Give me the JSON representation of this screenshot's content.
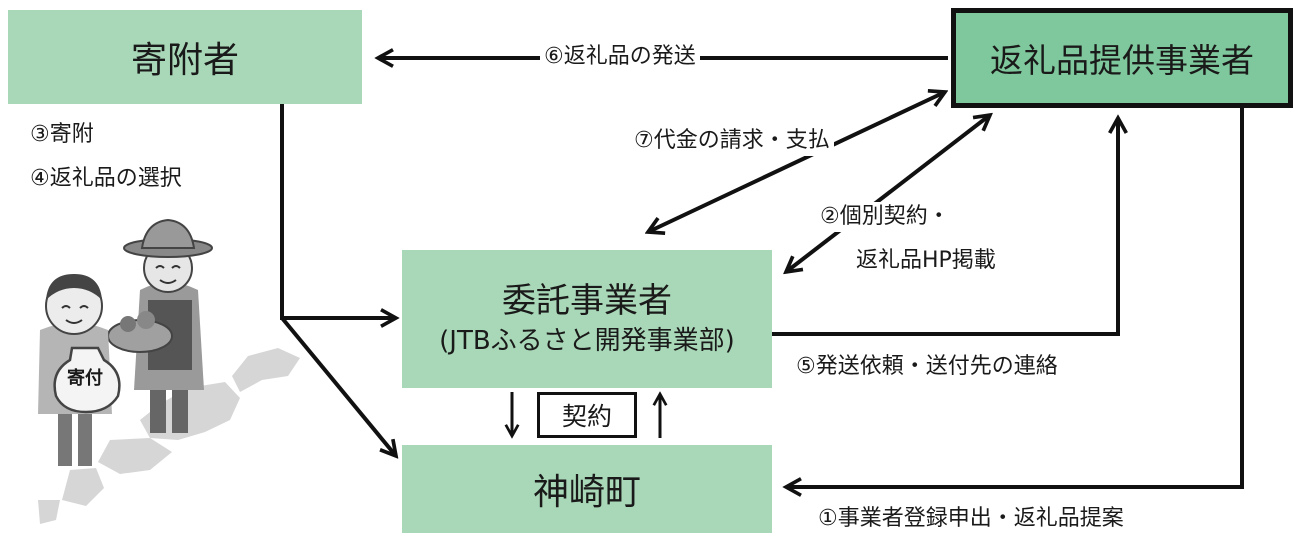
{
  "nodes": {
    "donor": "寄附者",
    "provider": "返礼品提供事業者",
    "agent_line1": "委託事業者",
    "agent_line2": "(JTBふるさと開発事業部)",
    "town": "神崎町",
    "contract": "契約"
  },
  "edges": {
    "step1": "①事業者登録申出・返礼品提案",
    "step2_line1": "②個別契約・",
    "step2_line2": "返礼品HP掲載",
    "step3": "③寄附",
    "step4": "④返礼品の選択",
    "step5": "⑤発送依頼・送付先の連絡",
    "step6": "⑥返礼品の発送",
    "step7": "⑦代金の請求・支払"
  },
  "illustration": {
    "bag_label": "寄付"
  },
  "colors": {
    "box_fill": "#a9d8b8",
    "provider_fill": "#7fc79c",
    "line": "#111111"
  }
}
